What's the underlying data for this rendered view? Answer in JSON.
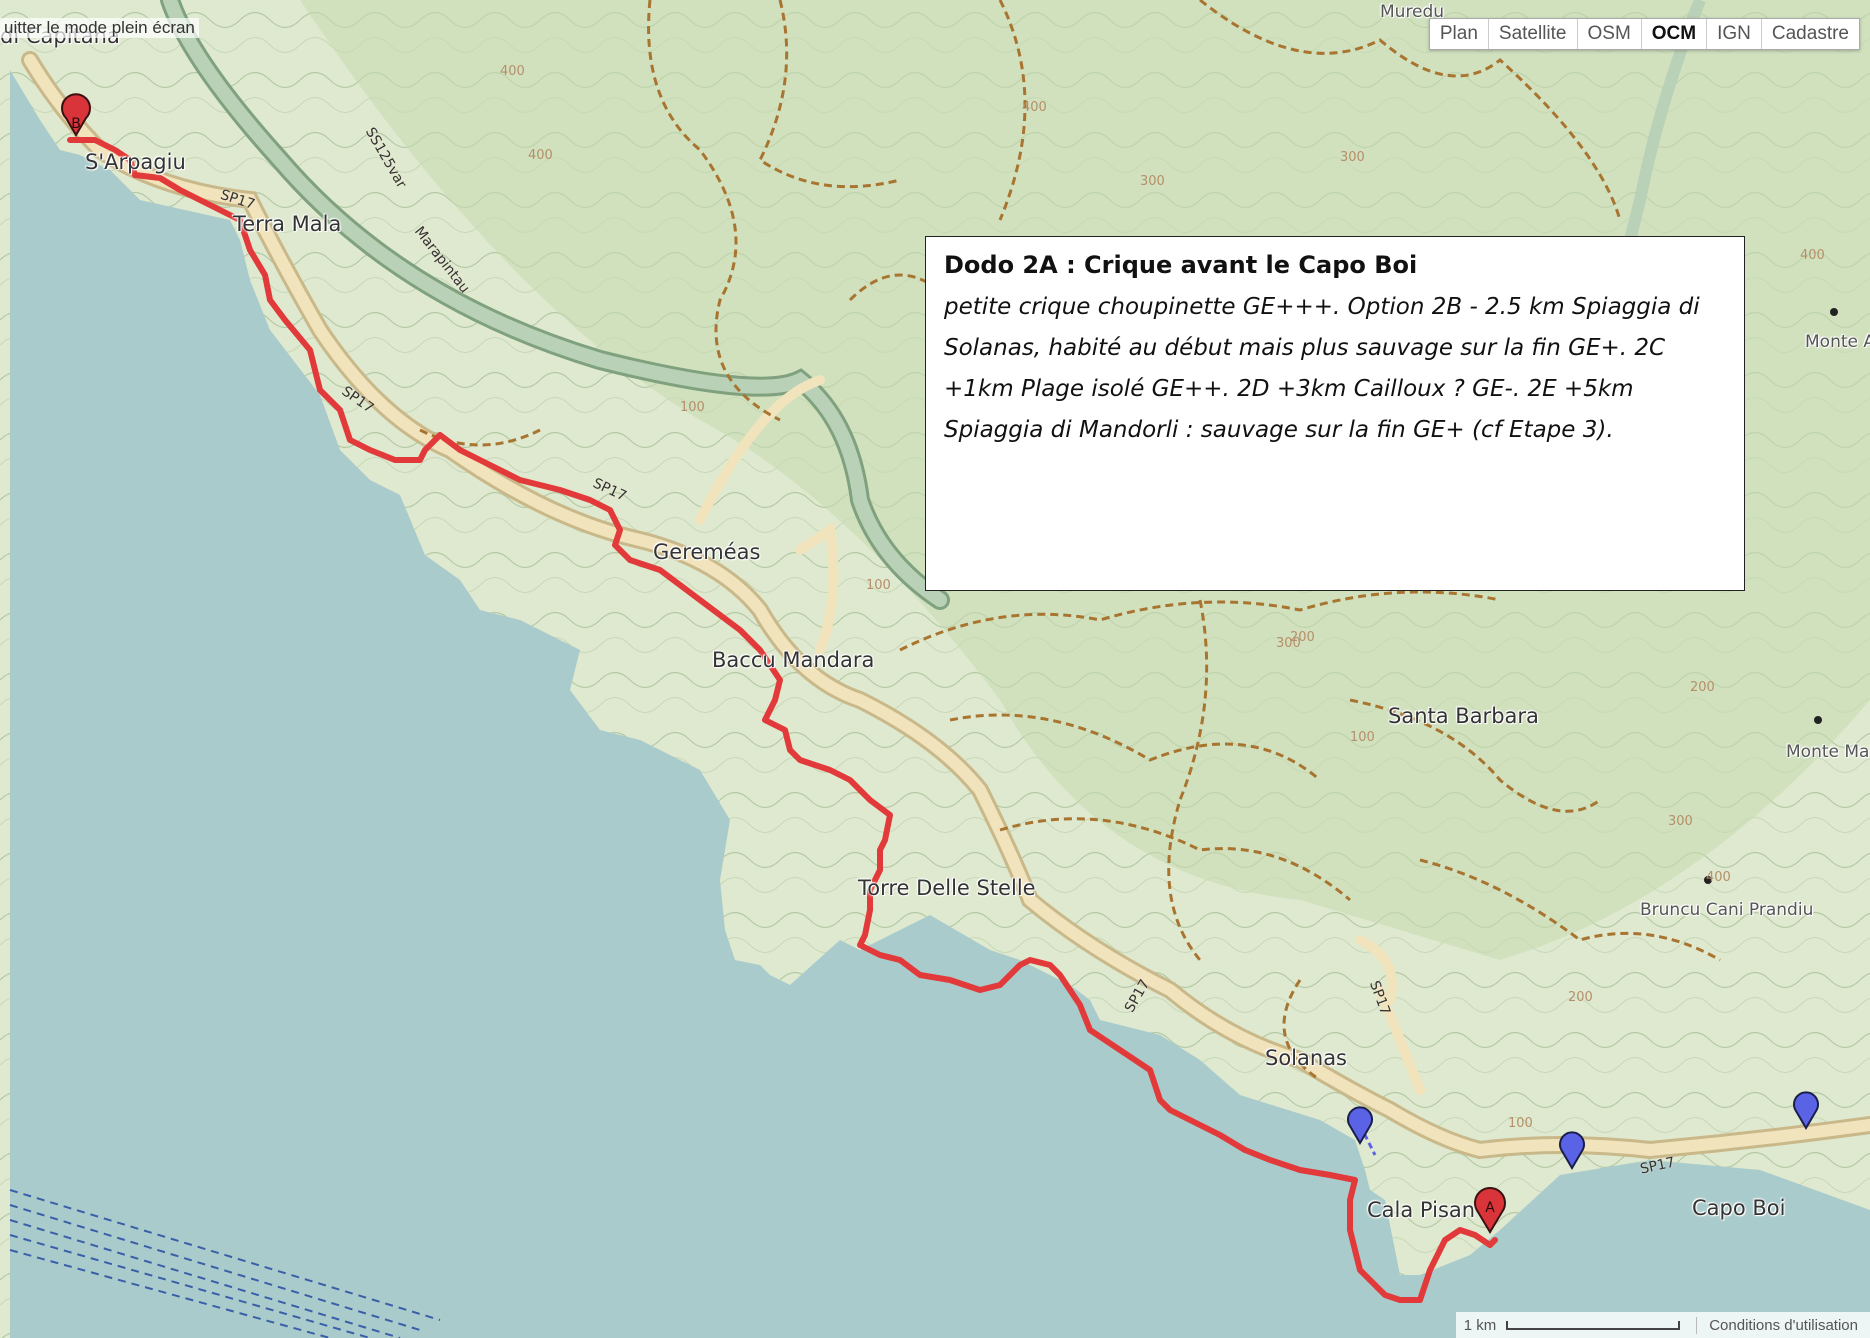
{
  "fullscreen_toggle": "uitter le mode plein écran",
  "layers": {
    "items": [
      "Plan",
      "Satellite",
      "OSM",
      "OCM",
      "IGN",
      "Cadastre"
    ],
    "active": "OCM"
  },
  "info": {
    "title": "Dodo 2A : Crique avant le Capo Boi",
    "body": "petite crique choupinette GE+++. Option 2B - 2.5 km Spiaggia di Solanas, habité au début mais plus sauvage sur la fin GE+. 2C +1km Plage isolé GE++. 2D +3km Cailloux ? GE-.  2E +5km Spiaggia di Mandorli : sauvage sur la fin GE+ (cf Etape 3)."
  },
  "places": {
    "capitana": "di Capitana",
    "sarpagiu": "S'Arpagiu",
    "terra_mala": "Terra Mala",
    "geremeas": "Gereméas",
    "baccu_mandara": "Baccu Mandara",
    "torre": "Torre Delle Stelle",
    "santa_barbara": "Santa Barbara",
    "solanas": "Solanas",
    "cala_pisana": "Cala Pisan",
    "capo_boi": "Capo Boi",
    "muredu": "Muredu",
    "monte_arbu": "Monte Arbu",
    "monte_maria": "Monte Maria",
    "bruncu": "Bruncu Cani Prandiu"
  },
  "roads": {
    "sp17": "SP17",
    "ss125": "SS125var",
    "marapintau": "Marapintau"
  },
  "contours": [
    "400",
    "400",
    "400",
    "300",
    "300",
    "100",
    "100",
    "200",
    "300",
    "400",
    "200",
    "300",
    "400",
    "100",
    "200",
    "100"
  ],
  "markers": {
    "start": "B",
    "end": "A"
  },
  "scale": {
    "label": "1 km"
  },
  "terms": "Conditions d'utilisation",
  "colors": {
    "sea": "#aacbcc",
    "land": "#e9efdd",
    "route": "#e23a3a",
    "road_fill": "#f1e4bd",
    "motorway": "#a8c4a7",
    "track": "#a8742f",
    "marker_red": "#d8343a",
    "marker_blue": "#5a62e6"
  }
}
